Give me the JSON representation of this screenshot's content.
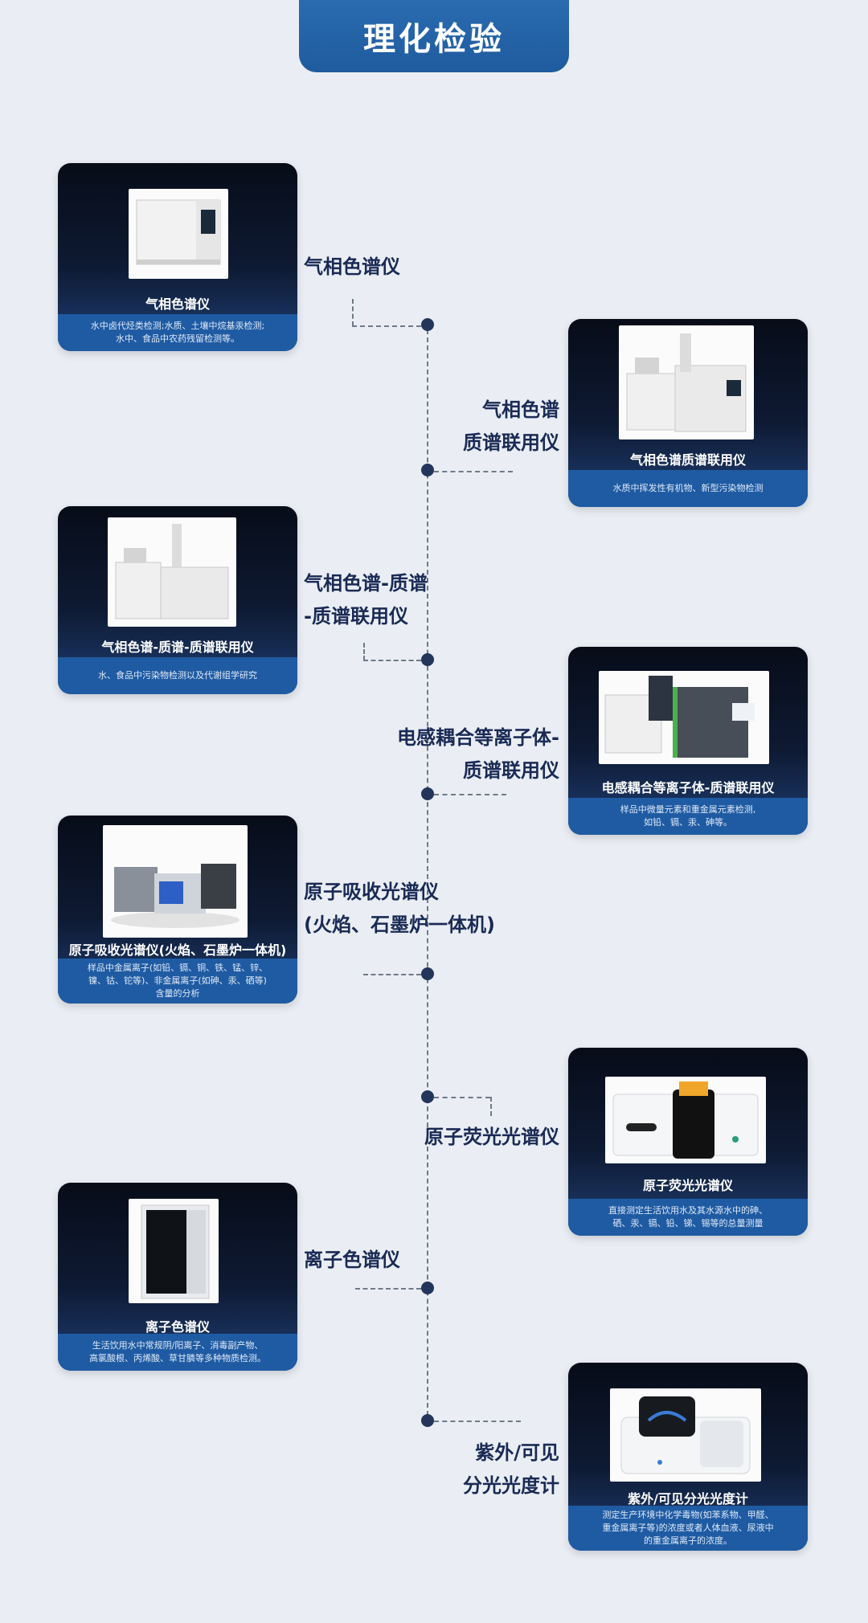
{
  "header": {
    "title": "理化检验"
  },
  "items": [
    {
      "label_lines": [
        "气相色谱仪"
      ],
      "card_title": "气相色谱仪",
      "card_desc": "水中卤代烃类检测;水质、土壤中烷基汞检测;\n水中、食品中农药残留检测等。",
      "image": "gc-instrument-image"
    },
    {
      "label_lines": [
        "气相色谱",
        "质谱联用仪"
      ],
      "card_title": "气相色谱质谱联用仪",
      "card_desc": "水质中挥发性有机物、新型污染物检测",
      "image": "gcms-instrument-image"
    },
    {
      "label_lines": [
        "气相色谱-质谱",
        "-质谱联用仪"
      ],
      "card_title": "气相色谱-质谱-质谱联用仪",
      "card_desc": "水、食品中污染物检测以及代谢组学研究",
      "image": "gcmsms-instrument-image"
    },
    {
      "label_lines": [
        "电感耦合等离子体-",
        "质谱联用仪"
      ],
      "card_title": "电感耦合等离子体-质谱联用仪",
      "card_desc": "样品中微量元素和重金属元素检测,\n如铅、镉、汞、砷等。",
      "image": "icpms-instrument-image"
    },
    {
      "label_lines": [
        "原子吸收光谱仪",
        "(火焰、石墨炉一体机)"
      ],
      "card_title": "原子吸收光谱仪(火焰、石墨炉一体机)",
      "card_desc": "样品中金属离子(如铅、镉、铜、铁、锰、锌、\n镍、钴、铊等)、非金属离子(如砷、汞、硒等)\n含量的分析",
      "image": "aas-instrument-image"
    },
    {
      "label_lines": [
        "原子荧光光谱仪"
      ],
      "card_title": "原子荧光光谱仪",
      "card_desc": "直接测定生活饮用水及其水源水中的砷、\n硒、汞、镉、铅、锑、锡等的总量测量",
      "image": "afs-instrument-image"
    },
    {
      "label_lines": [
        "离子色谱仪"
      ],
      "card_title": "离子色谱仪",
      "card_desc": "生活饮用水中常规阴/阳离子、消毒副产物、\n高氯酸根、丙烯酸、草甘膦等多种物质检测。",
      "image": "ic-instrument-image"
    },
    {
      "label_lines": [
        "紫外/可见",
        "分光光度计"
      ],
      "card_title": "紫外/可见分光光度计",
      "card_desc": "测定生产环境中化学毒物(如苯系物、甲醛、\n重金属离子等)的浓度或者人体血液、尿液中\n的重金属离子的浓度。",
      "image": "uvvis-instrument-image"
    }
  ],
  "colors": {
    "accent": "#1f5ba3",
    "label": "#1a2a55",
    "card_dark": "#070c18"
  }
}
